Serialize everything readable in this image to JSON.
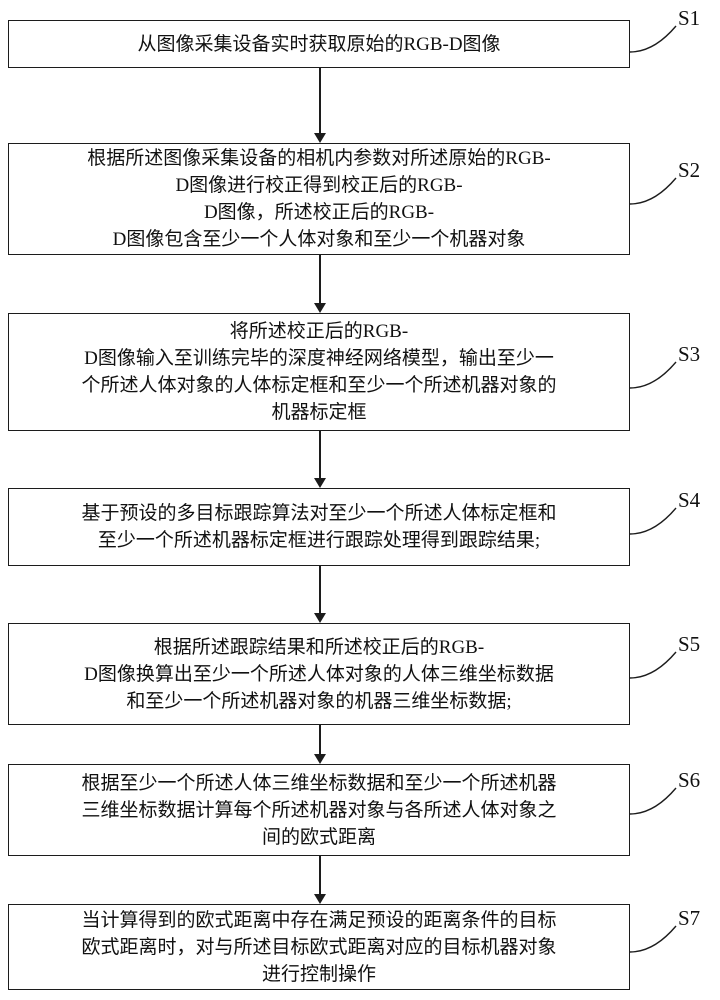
{
  "diagram": {
    "kind": "patent-method-flowchart",
    "line_color": "#1c1c1c",
    "background": "#ffffff"
  },
  "steps": [
    {
      "id": "S1",
      "text": "从图像采集设备实时获取原始的RGB-D图像"
    },
    {
      "id": "S2",
      "text": "根据所述图像采集设备的相机内参数对所述原始的RGB-\nD图像进行校正得到校正后的RGB-\nD图像，所述校正后的RGB-\nD图像包含至少一个人体对象和至少一个机器对象"
    },
    {
      "id": "S3",
      "text": "将所述校正后的RGB-\nD图像输入至训练完毕的深度神经网络模型，输出至少一\n个所述人体对象的人体标定框和至少一个所述机器对象的\n机器标定框"
    },
    {
      "id": "S4",
      "text": "基于预设的多目标跟踪算法对至少一个所述人体标定框和\n至少一个所述机器标定框进行跟踪处理得到跟踪结果;"
    },
    {
      "id": "S5",
      "text": "根据所述跟踪结果和所述校正后的RGB-\nD图像换算出至少一个所述人体对象的人体三维坐标数据\n和至少一个所述机器对象的机器三维坐标数据;"
    },
    {
      "id": "S6",
      "text": "根据至少一个所述人体三维坐标数据和至少一个所述机器\n三维坐标数据计算每个所述机器对象与各所述人体对象之\n间的欧式距离"
    },
    {
      "id": "S7",
      "text": "当计算得到的欧式距离中存在满足预设的距离条件的目标\n欧式距离时，对与所述目标欧式距离对应的目标机器对象\n进行控制操作"
    }
  ]
}
